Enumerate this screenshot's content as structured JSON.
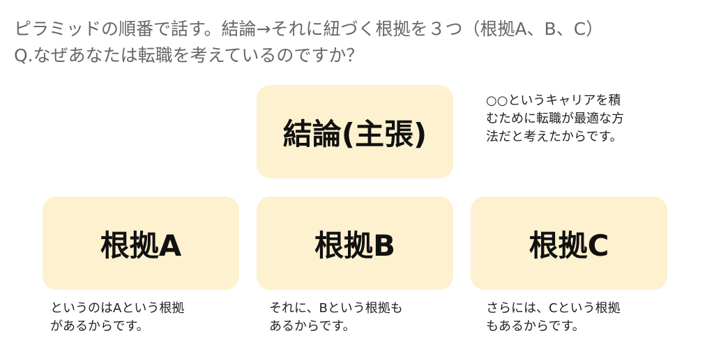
{
  "header": {
    "line1": "ピラミッドの順番で話す。結論→それに紐づく根拠を３つ（根拠A、B、C）",
    "line2": "Q.なぜあなたは転職を考えているのですか？"
  },
  "colors": {
    "box": "#fdf1cf",
    "header_text": "#666666"
  },
  "conclusion": {
    "label": "結論(主張)",
    "note": "○○というキャリアを積\nむために転職が最適な方\n法だと考えたからです。"
  },
  "reasons": [
    {
      "label": "根拠A",
      "note": "というのはAという根拠\nがあるからです。"
    },
    {
      "label": "根拠B",
      "note": "それに、Bという根拠も\nあるからです。"
    },
    {
      "label": "根拠C",
      "note": "さらには、Cという根拠\nもあるからです。"
    }
  ]
}
